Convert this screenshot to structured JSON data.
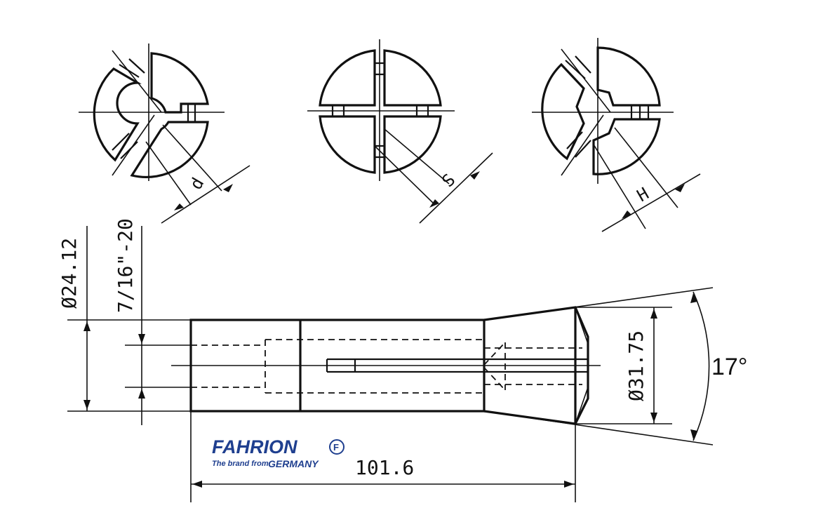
{
  "dimensions": {
    "profile_round": "d",
    "profile_square": "S",
    "profile_hex": "H",
    "diameter_shank": "Ø24.12",
    "thread": "7/16\"-20",
    "diameter_head": "Ø31.75",
    "length": "101.6",
    "angle": "17°"
  },
  "logo": {
    "name": "FAHRION",
    "mark": "F",
    "tagline_small": "The brand from",
    "tagline_country": "GERMANY"
  },
  "colors": {
    "lines": "#111111",
    "logo": "#1f3f8f"
  }
}
